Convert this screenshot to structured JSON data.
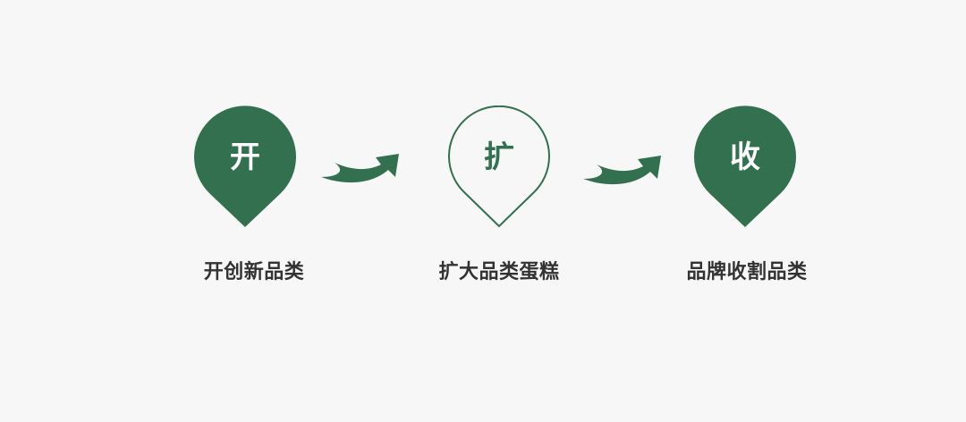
{
  "colors": {
    "primary_green": "#33704f",
    "background": "#f7f7f7",
    "label_text": "#333333"
  },
  "steps": [
    {
      "char": "开",
      "label": "开创新品类",
      "style": "filled"
    },
    {
      "char": "扩",
      "label": "扩大品类蛋糕",
      "style": "outline"
    },
    {
      "char": "收",
      "label": "品牌收割品类",
      "style": "filled"
    }
  ],
  "connectors": [
    {
      "icon": "curved-arrow-right-icon"
    },
    {
      "icon": "curved-arrow-right-icon"
    }
  ]
}
